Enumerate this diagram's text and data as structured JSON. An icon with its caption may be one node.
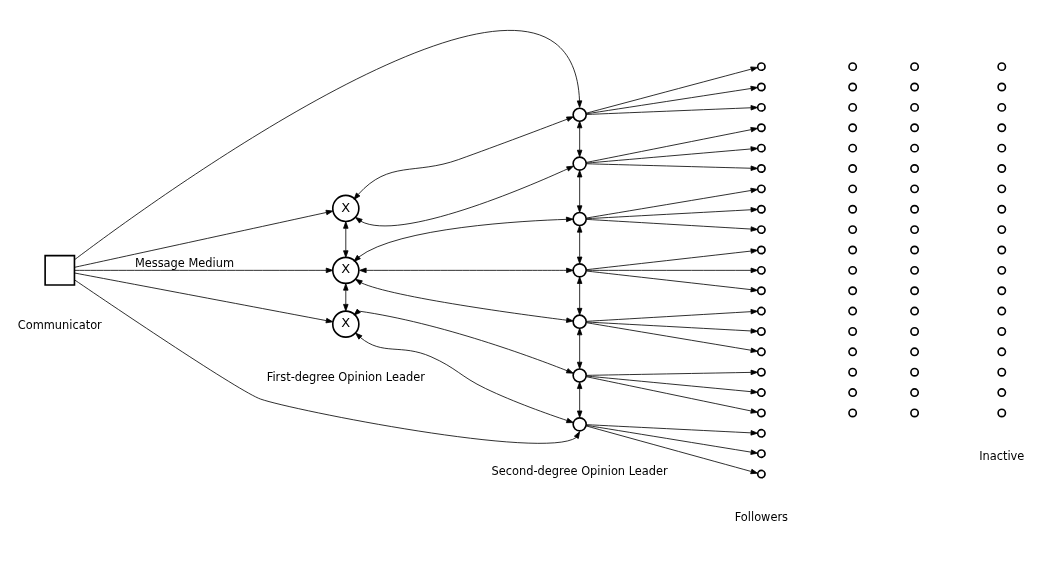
{
  "diagram": {
    "nodes": [
      {
        "text": [],
        "shape": "box"
      },
      {
        "text": [
          "X"
        ]
      },
      {
        "text": [
          "X"
        ]
      },
      {
        "text": [
          "X"
        ]
      },
      {
        "text": [],
        "shape": "circle"
      },
      {
        "text": [],
        "shape": "circle"
      },
      {
        "text": [],
        "shape": "circle"
      },
      {
        "text": [],
        "shape": "circle"
      },
      {
        "text": [],
        "shape": "circle"
      },
      {
        "text": [],
        "shape": "circle"
      },
      {
        "text": [],
        "shape": "circle"
      },
      {
        "text": [],
        "shape": "circle"
      },
      {
        "text": [],
        "shape": "circle"
      },
      {
        "text": [],
        "shape": "circle"
      },
      {
        "text": [],
        "shape": "circle"
      },
      {
        "text": [],
        "shape": "circle"
      },
      {
        "text": [],
        "shape": "circle"
      },
      {
        "text": [],
        "shape": "circle"
      },
      {
        "text": [],
        "shape": "circle"
      },
      {
        "text": [],
        "shape": "circle"
      },
      {
        "text": [],
        "shape": "circle"
      },
      {
        "text": [],
        "shape": "circle"
      },
      {
        "text": [],
        "shape": "circle"
      },
      {
        "text": [],
        "shape": "circle"
      },
      {
        "text": [],
        "shape": "circle"
      },
      {
        "text": [],
        "shape": "circle"
      },
      {
        "text": [],
        "shape": "circle"
      },
      {
        "text": [],
        "shape": "circle"
      },
      {
        "text": [],
        "shape": "circle"
      },
      {
        "text": [],
        "shape": "circle"
      },
      {
        "text": [],
        "shape": "circle"
      },
      {
        "text": [],
        "shape": "circle"
      },
      {
        "text": [],
        "shape": "circle"
      },
      {
        "text": [],
        "shape": "circle"
      },
      {
        "text": [],
        "shape": "circle"
      },
      {
        "text": [],
        "shape": "circle"
      },
      {
        "text": [],
        "shape": "circle"
      },
      {
        "text": [],
        "shape": "circle"
      },
      {
        "text": [],
        "shape": "circle"
      },
      {
        "text": [],
        "shape": "circle"
      },
      {
        "text": [],
        "shape": "circle"
      },
      {
        "text": [],
        "shape": "circle"
      },
      {
        "text": [],
        "shape": "circle"
      },
      {
        "text": [],
        "shape": "circle"
      },
      {
        "text": [],
        "shape": "circle"
      },
      {
        "text": [],
        "shape": "circle"
      },
      {
        "text": [],
        "shape": "circle"
      },
      {
        "text": [],
        "shape": "circle"
      },
      {
        "text": [],
        "shape": "circle"
      },
      {
        "text": [],
        "shape": "circle"
      },
      {
        "text": [],
        "shape": "circle"
      },
      {
        "text": [],
        "shape": "circle"
      },
      {
        "text": [],
        "shape": "circle"
      },
      {
        "text": [],
        "shape": "circle"
      },
      {
        "text": [],
        "shape": "circle"
      },
      {
        "text": [],
        "shape": "circle"
      },
      {
        "text": [],
        "shape": "circle"
      },
      {
        "text": [],
        "shape": "circle"
      },
      {
        "text": [],
        "shape": "circle"
      },
      {
        "text": [],
        "shape": "circle"
      },
      {
        "text": [],
        "shape": "circle"
      },
      {
        "text": [],
        "shape": "circle"
      },
      {
        "text": [],
        "shape": "circle"
      },
      {
        "text": [],
        "shape": "circle"
      },
      {
        "text": [],
        "shape": "circle"
      },
      {
        "text": [],
        "shape": "circle"
      },
      {
        "text": [],
        "shape": "circle"
      },
      {
        "text": [],
        "shape": "circle"
      },
      {
        "text": [],
        "shape": "circle"
      },
      {
        "text": [],
        "shape": "circle"
      },
      {
        "text": [],
        "shape": "circle"
      },
      {
        "text": [],
        "shape": "circle"
      },
      {
        "text": [],
        "shape": "circle"
      },
      {
        "text": [],
        "shape": "circle"
      },
      {
        "text": [],
        "shape": "circle"
      },
      {
        "text": [],
        "shape": "circle"
      },
      {
        "text": [],
        "shape": "circle"
      },
      {
        "text": [],
        "shape": "circle"
      },
      {
        "text": [],
        "shape": "circle"
      },
      {
        "text": [],
        "shape": "circle"
      },
      {
        "text": [],
        "shape": "circle"
      },
      {
        "text": [],
        "shape": "circle"
      },
      {
        "text": [],
        "shape": "circle"
      },
      {
        "text": [],
        "shape": "circle"
      },
      {
        "text": [],
        "shape": "circle"
      },
      {
        "text": [],
        "shape": "circle"
      }
    ],
    "edges": [
      {
        "from": 0,
        "to": 4,
        "arrow": "to"
      },
      {
        "from": 0,
        "to": 1,
        "arrow": "to"
      },
      {
        "from": 0,
        "to": 2,
        "arrow": "to",
        "label": "Message Medium"
      },
      {
        "from": 0,
        "to": 3,
        "arrow": "to"
      },
      {
        "from": 0,
        "to": 10,
        "arrow": "to"
      },
      {
        "from": 1,
        "to": 2,
        "arrow": "both"
      },
      {
        "from": 2,
        "to": 3,
        "arrow": "both"
      },
      {
        "from": 1,
        "to": 4,
        "arrow": "both"
      },
      {
        "from": 1,
        "to": 5,
        "arrow": "both"
      },
      {
        "from": 2,
        "to": 6,
        "arrow": "both"
      },
      {
        "from": 2,
        "to": 7,
        "arrow": "both"
      },
      {
        "from": 2,
        "to": 8,
        "arrow": "both"
      },
      {
        "from": 3,
        "to": 9,
        "arrow": "both"
      },
      {
        "from": 3,
        "to": 10,
        "arrow": "both"
      },
      {
        "from": 4,
        "to": 5,
        "arrow": "both"
      },
      {
        "from": 5,
        "to": 6,
        "arrow": "both"
      },
      {
        "from": 6,
        "to": 7,
        "arrow": "both"
      },
      {
        "from": 7,
        "to": 8,
        "arrow": "both"
      },
      {
        "from": 8,
        "to": 9,
        "arrow": "both"
      },
      {
        "from": 9,
        "to": 10,
        "arrow": "both"
      },
      {
        "from": 4,
        "to": 11,
        "arrow": "to"
      },
      {
        "from": 4,
        "to": 12,
        "arrow": "to"
      },
      {
        "from": 4,
        "to": 13,
        "arrow": "to"
      },
      {
        "from": 5,
        "to": 14,
        "arrow": "to"
      },
      {
        "from": 5,
        "to": 15,
        "arrow": "to"
      },
      {
        "from": 5,
        "to": 16,
        "arrow": "to"
      },
      {
        "from": 6,
        "to": 17,
        "arrow": "to"
      },
      {
        "from": 6,
        "to": 18,
        "arrow": "to"
      },
      {
        "from": 6,
        "to": 19,
        "arrow": "to"
      },
      {
        "from": 7,
        "to": 20,
        "arrow": "to"
      },
      {
        "from": 7,
        "to": 21,
        "arrow": "to"
      },
      {
        "from": 7,
        "to": 22,
        "arrow": "to"
      },
      {
        "from": 8,
        "to": 23,
        "arrow": "to"
      },
      {
        "from": 8,
        "to": 24,
        "arrow": "to"
      },
      {
        "from": 8,
        "to": 25,
        "arrow": "to"
      },
      {
        "from": 9,
        "to": 26,
        "arrow": "to"
      },
      {
        "from": 9,
        "to": 27,
        "arrow": "to"
      },
      {
        "from": 9,
        "to": 28,
        "arrow": "to"
      },
      {
        "from": 10,
        "to": 29,
        "arrow": "to"
      },
      {
        "from": 10,
        "to": 30,
        "arrow": "to"
      },
      {
        "from": 10,
        "to": 31,
        "arrow": "to"
      }
    ],
    "labels": [
      "Communicator",
      "First-degree Opinion Leader",
      "Second-degree Opinion Leader",
      "Followers",
      "Inactive"
    ]
  }
}
